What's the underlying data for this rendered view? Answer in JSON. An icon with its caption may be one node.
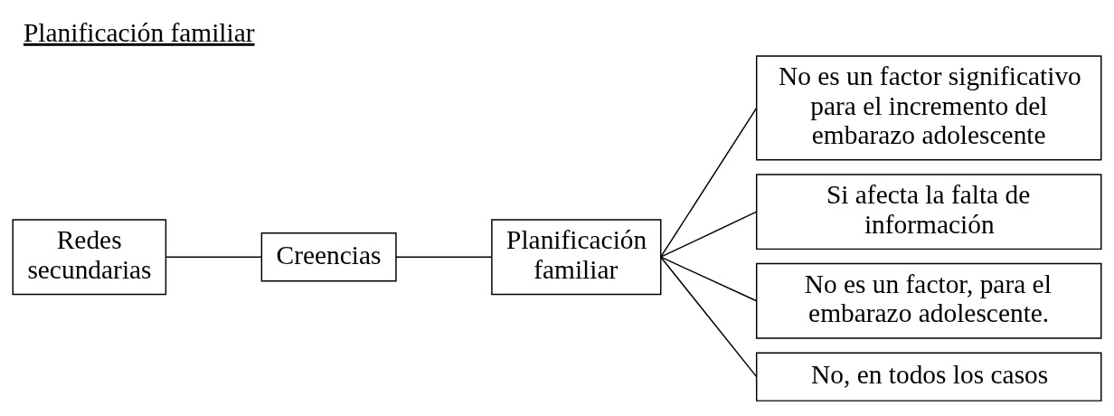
{
  "diagram": {
    "title": "Planificación familiar",
    "nodes": [
      {
        "text": [
          "Redes secundarias"
        ]
      },
      {
        "text": [
          "Creencias"
        ]
      },
      {
        "text": [
          "Planificación familiar"
        ]
      },
      {
        "text": [
          "No es un factor significativo para el incremento del embarazo adolescente"
        ]
      },
      {
        "text": [
          "Si afecta la falta de información"
        ]
      },
      {
        "text": [
          "No es un factor, para el embarazo adolescente."
        ]
      },
      {
        "text": [
          "No, en todos los casos"
        ]
      }
    ],
    "edges": [
      {
        "from": 0,
        "to": 1,
        "arrow": "none"
      },
      {
        "from": 1,
        "to": 2,
        "arrow": "none"
      },
      {
        "from": 2,
        "to": 3,
        "arrow": "none"
      },
      {
        "from": 2,
        "to": 4,
        "arrow": "none"
      },
      {
        "from": 2,
        "to": 5,
        "arrow": "none"
      },
      {
        "from": 2,
        "to": 6,
        "arrow": "none"
      }
    ]
  }
}
